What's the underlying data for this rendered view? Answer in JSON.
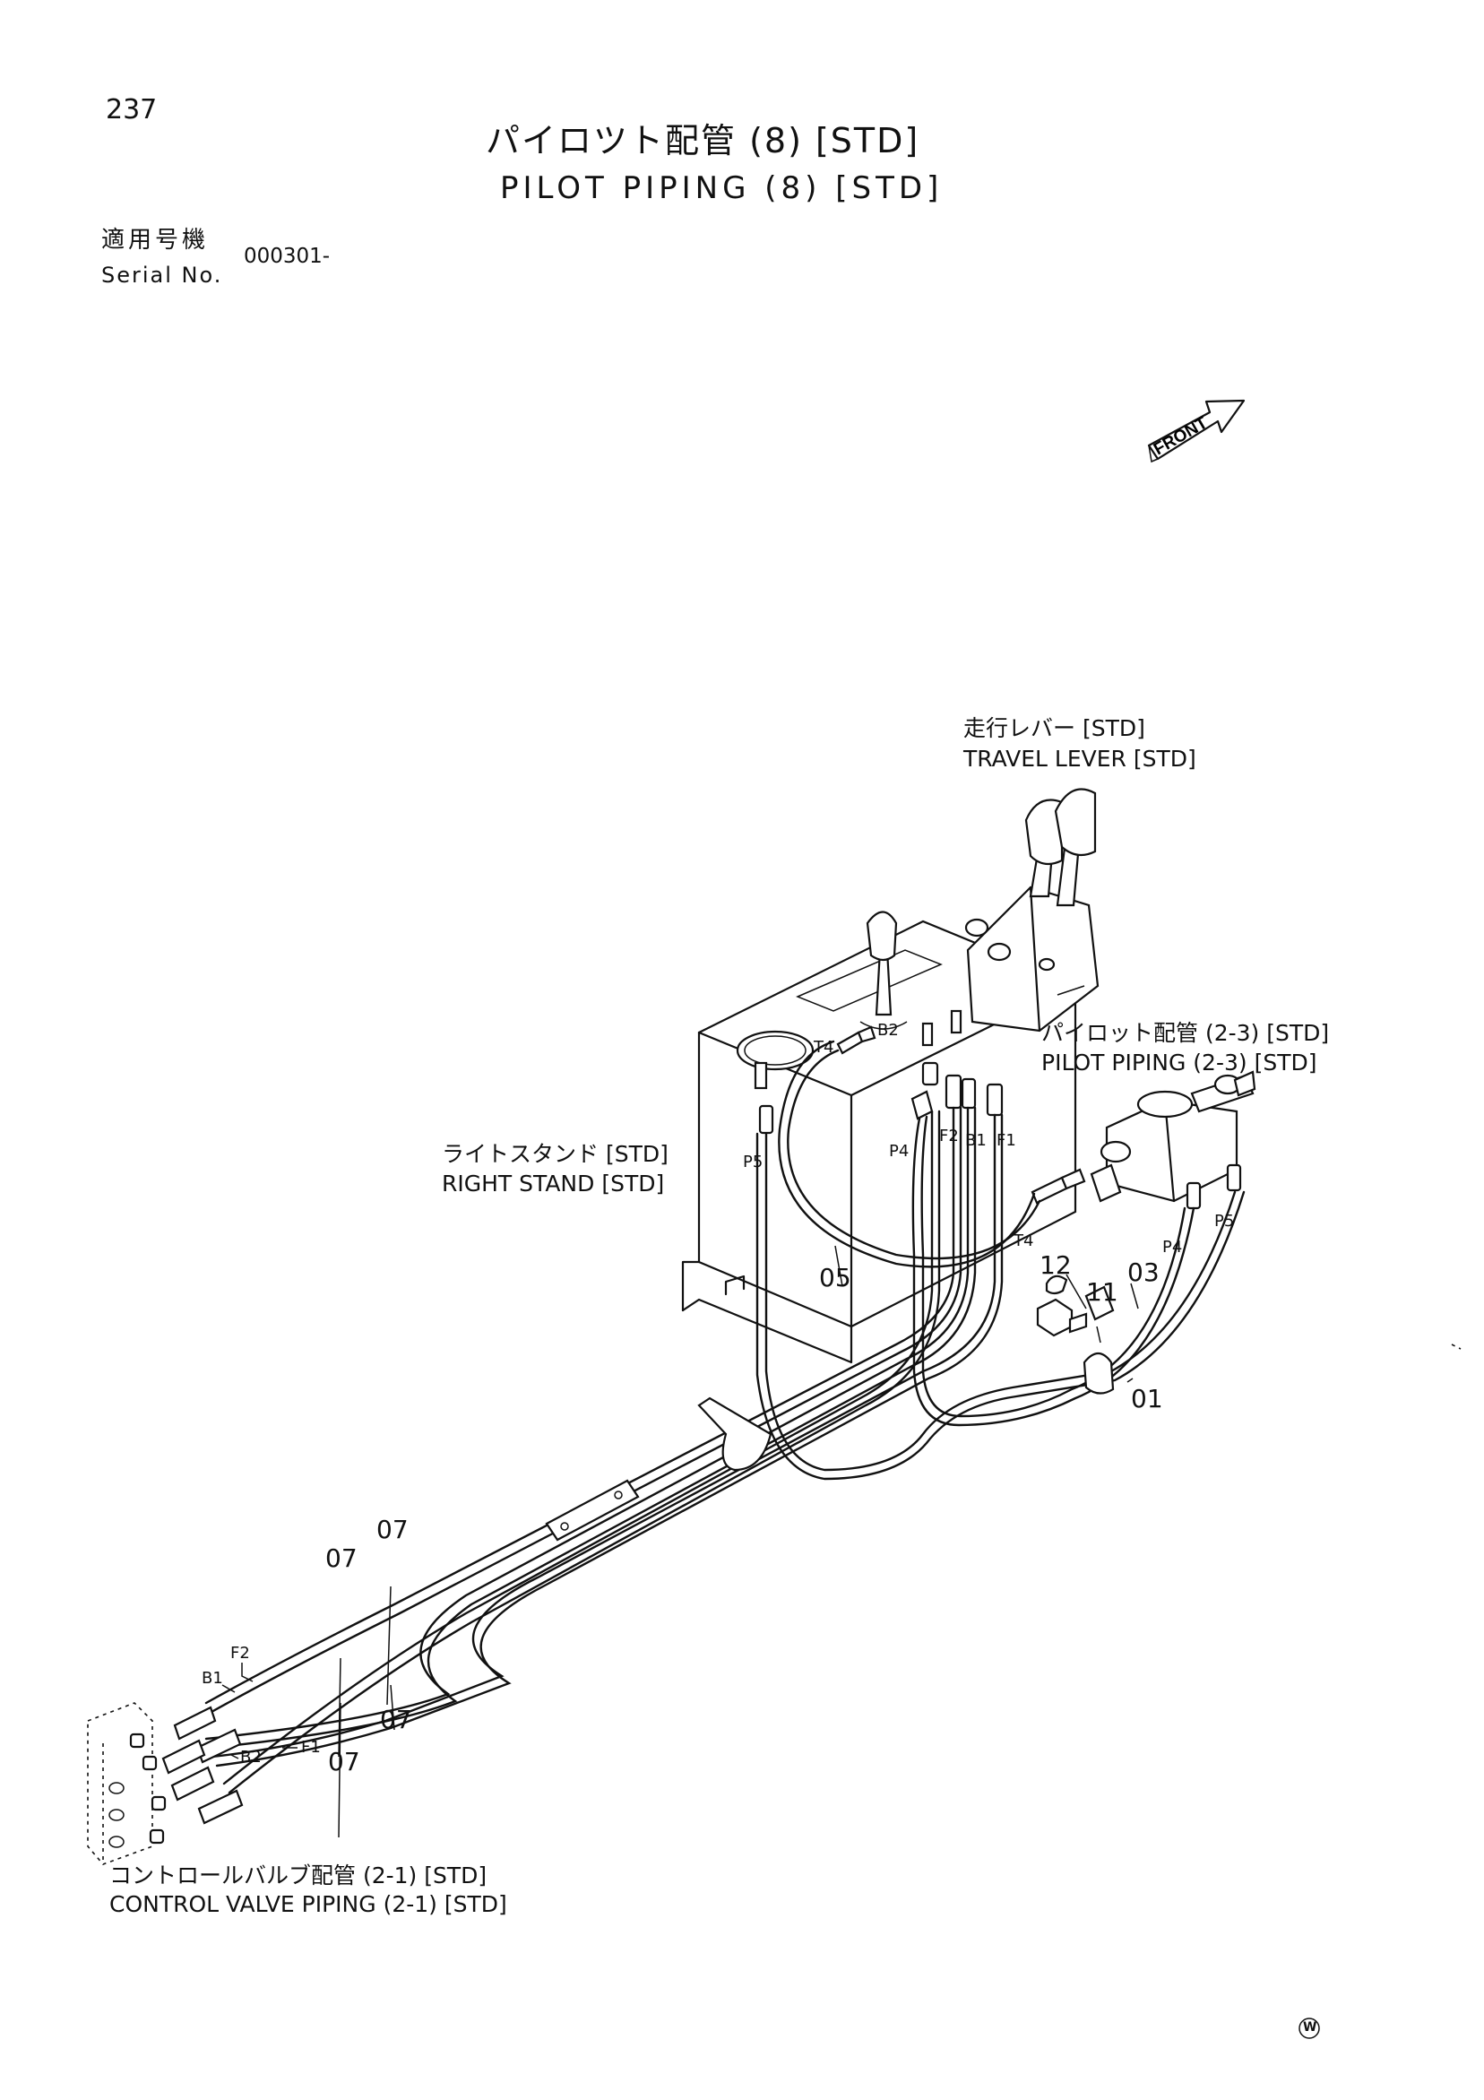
{
  "page_number": "237",
  "title": {
    "ja": "パイロツト配管 (8) [STD]",
    "en": "PILOT PIPING (8) [STD]"
  },
  "serial": {
    "label_ja": "適用号機",
    "label_en": "Serial No.",
    "value": "000301-"
  },
  "front_marker": "FRONT",
  "labels": {
    "travel_lever_ja": "走行レバー [STD]",
    "travel_lever_en": "TRAVEL LEVER [STD]",
    "pilot_piping_ja": "パイロット配管 (2-3) [STD]",
    "pilot_piping_en": "PILOT PIPING (2-3) [STD]",
    "right_stand_ja": "ライトスタンド [STD]",
    "right_stand_en": "RIGHT STAND [STD]",
    "control_valve_ja": "コントロールバルブ配管 (2-1) [STD]",
    "control_valve_en": "CONTROL VALVE PIPING (2-1) [STD]"
  },
  "callouts": {
    "c01": "01",
    "c03": "03",
    "c05": "05",
    "c11": "11",
    "c12": "12",
    "c07_a": "07",
    "c07_b": "07",
    "c07_c": "07",
    "c07_d": "07"
  },
  "ports": {
    "t4_top": "T4",
    "b2_top": "B2",
    "p5_left": "P5",
    "p4_mid": "P4",
    "f2_top": "F2",
    "b1_top": "B1",
    "f1_top": "F1",
    "t4_low": "T4",
    "p4_right": "P4",
    "p5_right": "P5",
    "f2_bottom": "F2",
    "b1_bottom": "B1",
    "b2_bottom": "B2",
    "f1_bottom": "F1"
  },
  "corner_mark": "W"
}
